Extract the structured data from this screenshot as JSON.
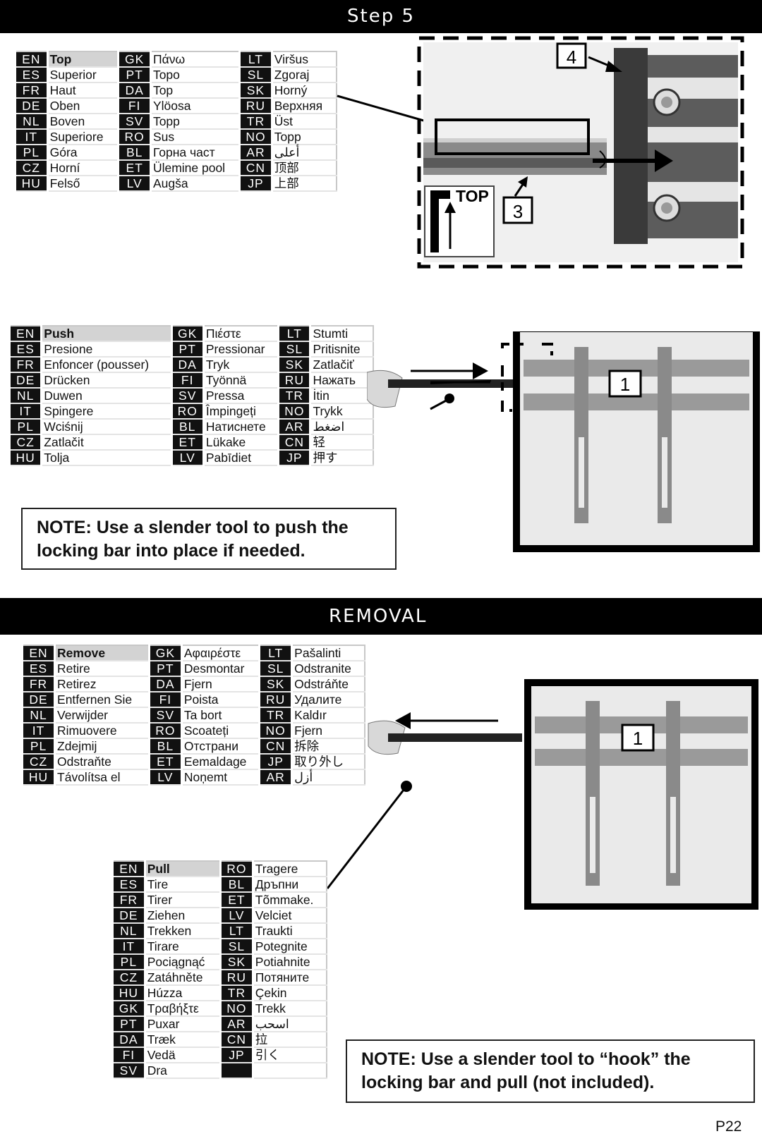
{
  "step5": {
    "title": "Step 5",
    "top_table": [
      [
        [
          "EN",
          "Top"
        ],
        [
          "GK",
          "Πάνω"
        ],
        [
          "LT",
          "Viršus"
        ]
      ],
      [
        [
          "ES",
          "Superior"
        ],
        [
          "PT",
          "Topo"
        ],
        [
          "SL",
          "Zgoraj"
        ]
      ],
      [
        [
          "FR",
          "Haut"
        ],
        [
          "DA",
          "Top"
        ],
        [
          "SK",
          "Horný"
        ]
      ],
      [
        [
          "DE",
          "Oben"
        ],
        [
          "FI",
          "Ylöosa"
        ],
        [
          "RU",
          "Верхняя"
        ]
      ],
      [
        [
          "NL",
          "Boven"
        ],
        [
          "SV",
          "Topp"
        ],
        [
          "TR",
          "Üst"
        ]
      ],
      [
        [
          "IT",
          "Superiore"
        ],
        [
          "RO",
          "Sus"
        ],
        [
          "NO",
          "Topp"
        ]
      ],
      [
        [
          "PL",
          "Góra"
        ],
        [
          "BL",
          "Горна част"
        ],
        [
          "AR",
          "أعلى"
        ]
      ],
      [
        [
          "CZ",
          "Horní"
        ],
        [
          "ET",
          "Ülemine pool"
        ],
        [
          "CN",
          "顶部"
        ]
      ],
      [
        [
          "HU",
          "Felső"
        ],
        [
          "LV",
          "Augša"
        ],
        [
          "JP",
          "上部"
        ]
      ]
    ],
    "push_table": [
      [
        [
          "EN",
          "Push"
        ],
        [
          "GK",
          "Πιέστε"
        ],
        [
          "LT",
          "Stumti"
        ]
      ],
      [
        [
          "ES",
          "Presione"
        ],
        [
          "PT",
          "Pressionar"
        ],
        [
          "SL",
          "Pritisnite"
        ]
      ],
      [
        [
          "FR",
          "Enfoncer (pousser)"
        ],
        [
          "DA",
          "Tryk"
        ],
        [
          "SK",
          "Zatlačiť"
        ]
      ],
      [
        [
          "DE",
          "Drücken"
        ],
        [
          "FI",
          "Työnnä"
        ],
        [
          "RU",
          "Нажать"
        ]
      ],
      [
        [
          "NL",
          "Duwen"
        ],
        [
          "SV",
          "Pressa"
        ],
        [
          "TR",
          "İtin"
        ]
      ],
      [
        [
          "IT",
          "Spingere"
        ],
        [
          "RO",
          "Împingeți"
        ],
        [
          "NO",
          "Trykk"
        ]
      ],
      [
        [
          "PL",
          "Wciśnij"
        ],
        [
          "BL",
          "Натиснете"
        ],
        [
          "AR",
          "اضغط"
        ]
      ],
      [
        [
          "CZ",
          "Zatlačit"
        ],
        [
          "ET",
          "Lükake"
        ],
        [
          "CN",
          "轻"
        ]
      ],
      [
        [
          "HU",
          "Tolja"
        ],
        [
          "LV",
          "Pabīdiet"
        ],
        [
          "JP",
          "押す"
        ]
      ]
    ],
    "callouts": {
      "four": "4",
      "three": "3",
      "one": "1",
      "top_label": "TOP"
    },
    "note": "NOTE: Use a slender tool to push the locking bar into place if needed."
  },
  "removal": {
    "title": "REMOVAL",
    "remove_table": [
      [
        [
          "EN",
          "Remove"
        ],
        [
          "GK",
          "Αφαιρέστε"
        ],
        [
          "LT",
          "Pašalinti"
        ]
      ],
      [
        [
          "ES",
          "Retire"
        ],
        [
          "PT",
          "Desmontar"
        ],
        [
          "SL",
          "Odstranite"
        ]
      ],
      [
        [
          "FR",
          "Retirez"
        ],
        [
          "DA",
          "Fjern"
        ],
        [
          "SK",
          "Odstráňte"
        ]
      ],
      [
        [
          "DE",
          "Entfernen Sie"
        ],
        [
          "FI",
          "Poista"
        ],
        [
          "RU",
          "Удалите"
        ]
      ],
      [
        [
          "NL",
          "Verwijder"
        ],
        [
          "SV",
          "Ta bort"
        ],
        [
          "TR",
          "Kaldır"
        ]
      ],
      [
        [
          "IT",
          "Rimuovere"
        ],
        [
          "RO",
          "Scoateți"
        ],
        [
          "NO",
          "Fjern"
        ]
      ],
      [
        [
          "PL",
          "Zdejmij"
        ],
        [
          "BL",
          "Отстрани"
        ],
        [
          "CN",
          "拆除"
        ]
      ],
      [
        [
          "CZ",
          "Odstraňte"
        ],
        [
          "ET",
          "Eemaldage"
        ],
        [
          "JP",
          "取り外し"
        ]
      ],
      [
        [
          "HU",
          "Távolítsa el"
        ],
        [
          "LV",
          "Noņemt"
        ],
        [
          "AR",
          "أزل"
        ]
      ]
    ],
    "pull_table": [
      [
        [
          "EN",
          "Pull"
        ],
        [
          "RO",
          "Tragere"
        ]
      ],
      [
        [
          "ES",
          "Tire"
        ],
        [
          "BL",
          "Дръпни"
        ]
      ],
      [
        [
          "FR",
          "Tirer"
        ],
        [
          "ET",
          "Tõmmake."
        ]
      ],
      [
        [
          "DE",
          "Ziehen"
        ],
        [
          "LV",
          "Velciet"
        ]
      ],
      [
        [
          "NL",
          "Trekken"
        ],
        [
          "LT",
          "Traukti"
        ]
      ],
      [
        [
          "IT",
          "Tirare"
        ],
        [
          "SL",
          "Potegnite"
        ]
      ],
      [
        [
          "PL",
          "Pociągnąć"
        ],
        [
          "SK",
          "Potiahnite"
        ]
      ],
      [
        [
          "CZ",
          "Zatáhněte"
        ],
        [
          "RU",
          "Потяните"
        ]
      ],
      [
        [
          "HU",
          "Húzza"
        ],
        [
          "TR",
          "Çekin"
        ]
      ],
      [
        [
          "GK",
          "Τραβήξτε"
        ],
        [
          "NO",
          "Trekk"
        ]
      ],
      [
        [
          "PT",
          "Puxar"
        ],
        [
          "AR",
          "اسحب"
        ]
      ],
      [
        [
          "DA",
          "Træk"
        ],
        [
          "CN",
          "拉"
        ]
      ],
      [
        [
          "FI",
          "Vedä"
        ],
        [
          "JP",
          "引く"
        ]
      ],
      [
        [
          "SV",
          "Dra"
        ],
        [
          "",
          ""
        ]
      ]
    ],
    "callouts": {
      "one": "1"
    },
    "note": "NOTE:  Use a slender tool to “hook” the locking bar and pull (not included)."
  },
  "page_number": "P22"
}
